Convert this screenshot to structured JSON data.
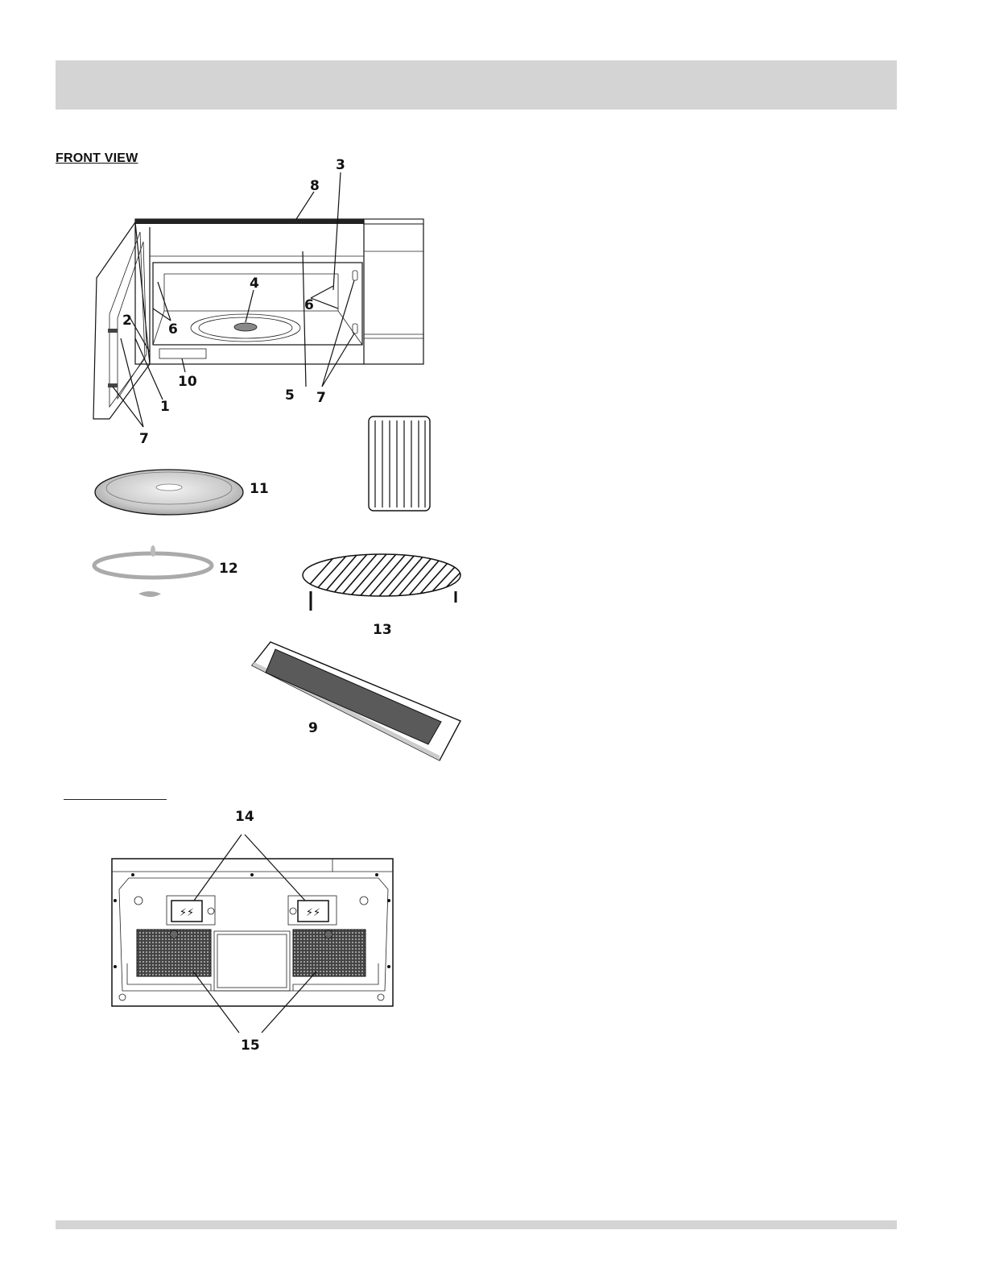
{
  "header": {
    "band_color": "#d4d4d4"
  },
  "front_view": {
    "title": "FRONT VIEW"
  },
  "bottom_view": {
    "title": ""
  },
  "callouts": {
    "c1": "1",
    "c2": "2",
    "c3": "3",
    "c4": "4",
    "c5": "5",
    "c6a": "6",
    "c6b": "6",
    "c7a": "7",
    "c7b": "7",
    "c8": "8",
    "c9": "9",
    "c10": "10",
    "c11": "11",
    "c12": "12",
    "c13": "13",
    "c14": "14",
    "c15": "15"
  },
  "colors": {
    "ink": "#111111",
    "gray_band": "#d4d4d4",
    "filter_dark": "#5a5a5a"
  }
}
